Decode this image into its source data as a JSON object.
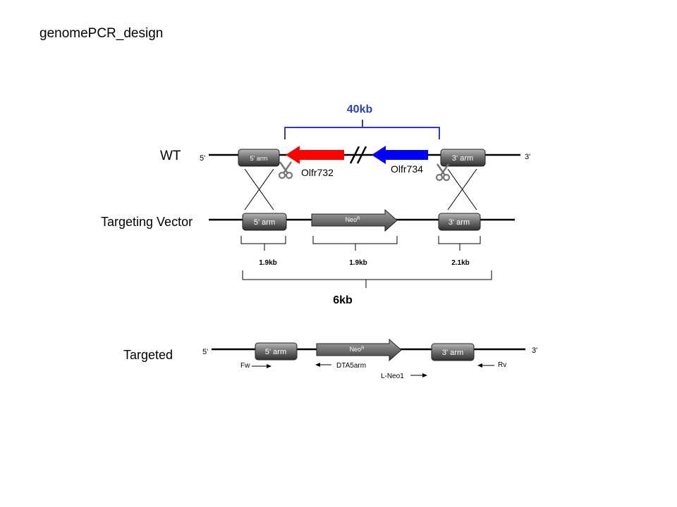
{
  "title": "genomePCR_design",
  "rows": {
    "wt": "WT",
    "vector": "Targeting Vector",
    "targeted": "Targeted"
  },
  "ends": {
    "five": "5'",
    "three": "3'"
  },
  "arms": {
    "five": "5' arm",
    "three": "3' arm"
  },
  "neo": {
    "base": "Neo",
    "sup": "R"
  },
  "genes": {
    "olfr732": {
      "label": "Olfr732",
      "color": "#ff0000"
    },
    "olfr734": {
      "label": "Olfr734",
      "color": "#0000ff"
    }
  },
  "wt_span": {
    "label": "40kb",
    "color": "#2e3eb8"
  },
  "segment_sizes": [
    "1.9kb",
    "1.9kb",
    "2.1kb"
  ],
  "total_size": "6kb",
  "primers": {
    "fw": "Fw",
    "dta": "DTA5arm",
    "lneo": "L-Neo1",
    "rv": "Rv"
  }
}
